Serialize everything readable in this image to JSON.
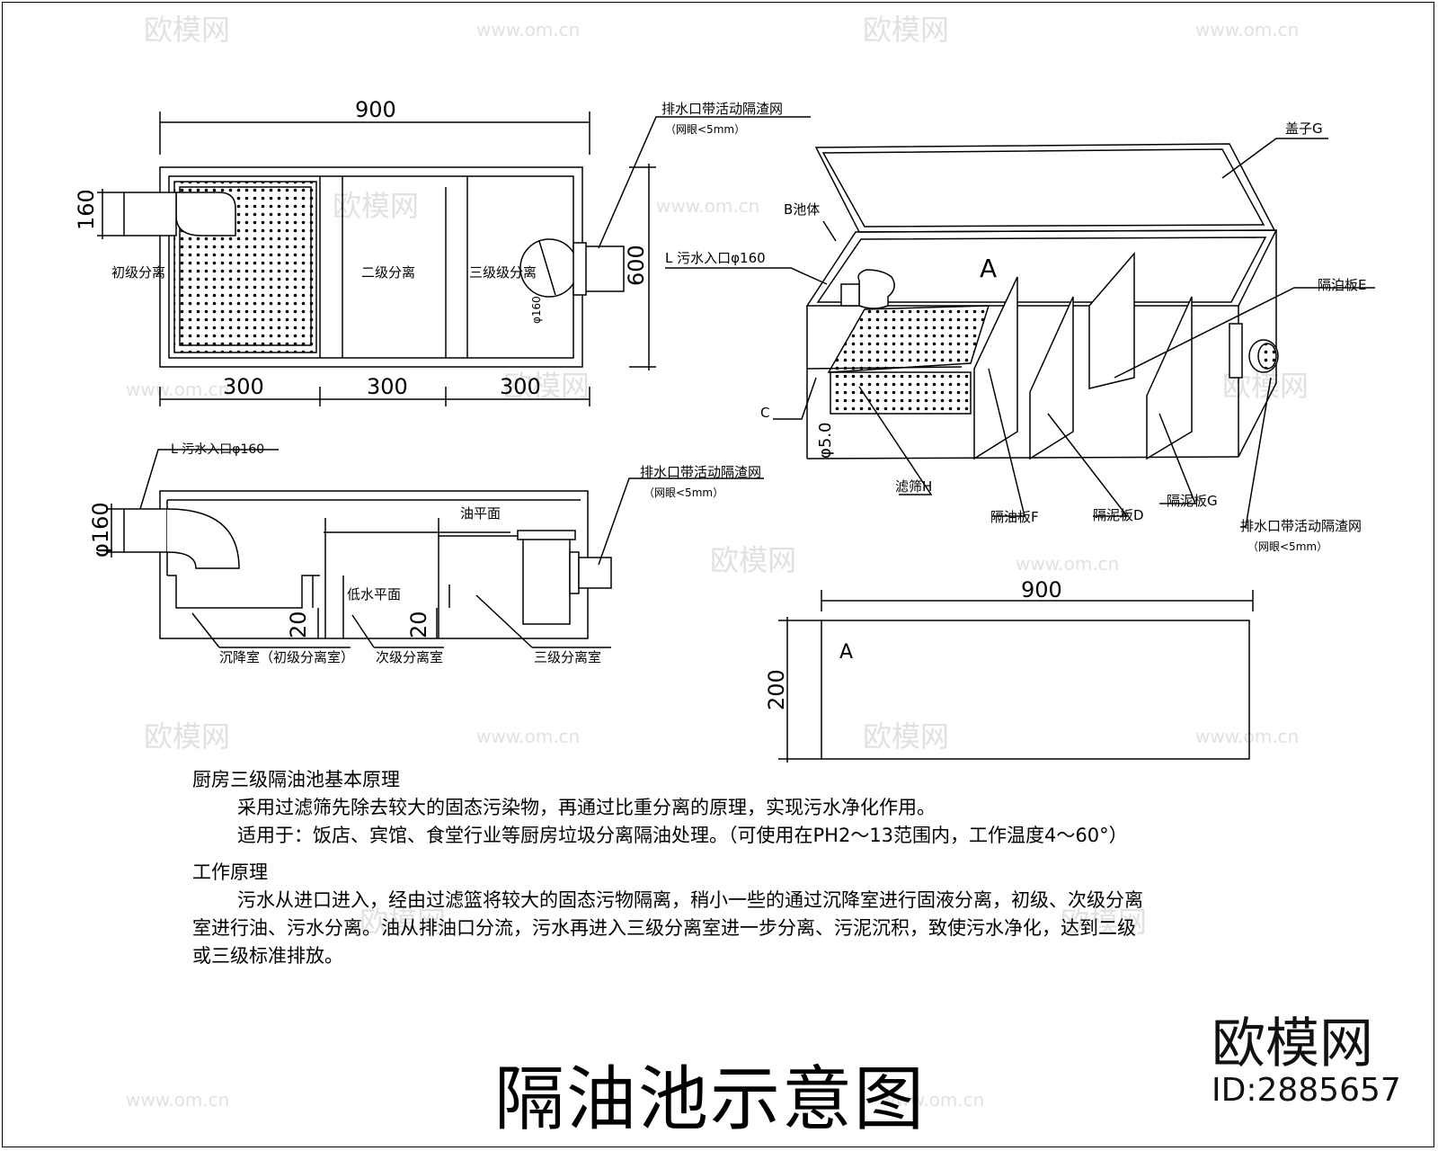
{
  "plan": {
    "dim_total": "900",
    "dim_section_1": "300",
    "dim_section_2": "300",
    "dim_section_3": "300",
    "dim_height": "600",
    "dim_inlet": "160",
    "dim_outlet_dia": "φ160",
    "label_primary": "初级分离",
    "label_secondary": "二级分离",
    "label_tertiary": "三级级分离",
    "outlet_note": "排水口带活动隔渣网",
    "outlet_note_sub": "（网眼<5mm）"
  },
  "section": {
    "inlet_note": "L 污水入口φ160",
    "dim_inlet": "φ160",
    "outlet_note": "排水口带活动隔渣网",
    "outlet_note_sub": "（网眼<5mm）",
    "oil_level": "油平面",
    "low_water_level": "低水平面",
    "dim_gap_1": "20",
    "dim_gap_2": "20",
    "chamber_1": "沉降室（初级分离室）",
    "chamber_2": "次级分离室",
    "chamber_3": "三级分离室"
  },
  "iso": {
    "cover": "盖子G",
    "body": "B池体",
    "inlet": "L  污水入口φ160",
    "partition_e": "隔泊板E",
    "label_c": "C",
    "label_a": "A",
    "dim_hole": "φ5.0",
    "filter": "滤筛H",
    "partition_f": "隔油板F",
    "partition_d": "隔泥板D",
    "partition_g": "隔泥板G",
    "outlet_note": "排水口带活动隔渣网",
    "outlet_note_sub": "（网眼<5mm）"
  },
  "panel": {
    "dim_width": "900",
    "dim_height": "200",
    "label": "A"
  },
  "notes": {
    "heading1": "厨房三级隔油池基本原理",
    "p1": "采用过滤筛先除去较大的固态污染物，再通过比重分离的原理，实现污水净化作用。",
    "p2": "适用于：饭店、宾馆、食堂行业等厨房垃圾分离隔油处理。（可使用在PH2～13范围内，工作温度4～60°）",
    "heading2": "工作原理",
    "p3": "污水从进口进入，经由过滤篮将较大的固态污物隔离，稍小一些的通过沉降室进行固液分离，初级、次级分离室进行油、污水分离。油从排油口分流，污水再进入三级分离室进一步分离、污泥沉积，致使污水净化，达到二级或三级标准排放。"
  },
  "title": "隔油池示意图",
  "brand": {
    "name": "欧模网",
    "id": "ID:2885657",
    "watermark": "欧模网",
    "watermark_url": "www.om.cn"
  }
}
